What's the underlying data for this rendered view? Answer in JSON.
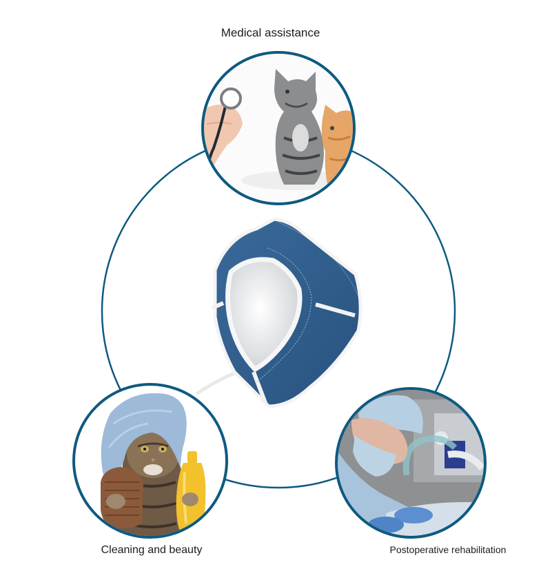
{
  "colors": {
    "ring_stroke": "#0e5a80",
    "mask_blue": "#2f5e8e",
    "mask_trim": "#f2f2f2",
    "text": "#1c1c1c",
    "background": "#ffffff"
  },
  "diagram": {
    "center_item": {
      "label": "",
      "icon": "pet-cone-mask-icon"
    },
    "nodes": [
      {
        "id": "top",
        "label": "Medical assistance",
        "image": "vet-stethoscope-kittens-photo"
      },
      {
        "id": "bottom-left",
        "label": "Cleaning and beauty",
        "image": "cat-towel-shampoo-photo"
      },
      {
        "id": "bottom-right",
        "label": "Postoperative rehabilitation",
        "image": "surgeon-operating-room-photo"
      }
    ]
  }
}
